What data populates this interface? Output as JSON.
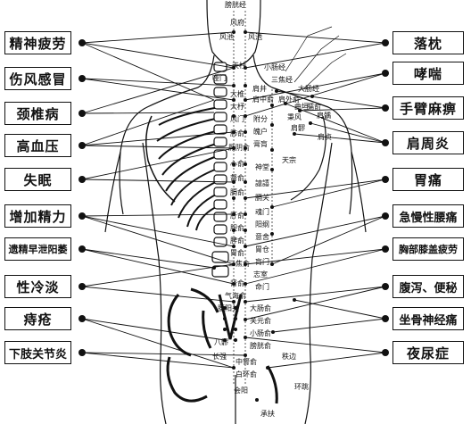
{
  "left_labels": [
    "精神疲劳",
    "伤风感冒",
    "颈椎病",
    "高血压",
    "失眠",
    "增加精力",
    "遗精早泄阳萎",
    "性冷淡",
    "痔疮",
    "下肢关节炎"
  ],
  "right_labels": [
    "落枕",
    "哮喘",
    "手臂麻痹",
    "肩周炎",
    "胃痛",
    "急慢性腰痛",
    "胸部膝盖疲劳",
    "腹泻、便秘",
    "坐骨神经痛",
    "夜尿症"
  ],
  "points": {
    "top": "膀胱经",
    "fengchi_l": "风池",
    "fengchi_r": "风池",
    "fengfu": "风府",
    "yamen": "哑门",
    "tianzhu": "天柱",
    "xiaochangjing": "小肠经",
    "sanjiaojing": "三焦经",
    "dachangjing": "大肠经",
    "dazhui": "大椎",
    "jianjing": "肩井",
    "dazhu": "大杼",
    "fengmen": "风门",
    "feishu": "肺俞",
    "fufen": "附分",
    "pohu": "魄户",
    "gaohuang": "膏肓",
    "jianzhongshu": "肩中俞",
    "jianwaishu": "肩外俞",
    "bingfeng": "秉风",
    "naoshu": "臑俞",
    "quyuan": "曲垣",
    "jianliao": "肩髎",
    "jianzhen": "肩贞",
    "tianzong": "天宗",
    "jianyu": "肩髃",
    "jueyinshu": "厥阴俞",
    "xinshu": "心俞",
    "shentang": "神堂",
    "dushu": "督俞",
    "geshu": "膈俞",
    "yixi": "譩譆",
    "geguan": "膈关",
    "hunmen": "魂门",
    "ganshu": "肝俞",
    "danshu": "胆俞",
    "yanggang": "阳纲",
    "pishu": "脾俞",
    "yishe": "意舍",
    "weishu": "胃俞",
    "weicang": "胃仓",
    "sanjiaoshu": "三焦俞",
    "huangmen": "肓门",
    "shenshu": "肾俞",
    "zhishi": "志室",
    "mingmen": "命门",
    "qihaishu": "气海俞",
    "dachangshu": "大肠俞",
    "guanyuanshu": "关元俞",
    "xiaochangshu": "小肠俞",
    "pangguangshu": "膀胱俞",
    "zhonglvshu": "中膂俞",
    "baihuanshu": "白环俞",
    "yaoyangguan": "腰阳关",
    "zhibian": "秩边",
    "huiyang": "会阳",
    "changqiang": "长强",
    "huantiao": "环跳",
    "chengfu": "承扶",
    "baliao": "八髎"
  }
}
